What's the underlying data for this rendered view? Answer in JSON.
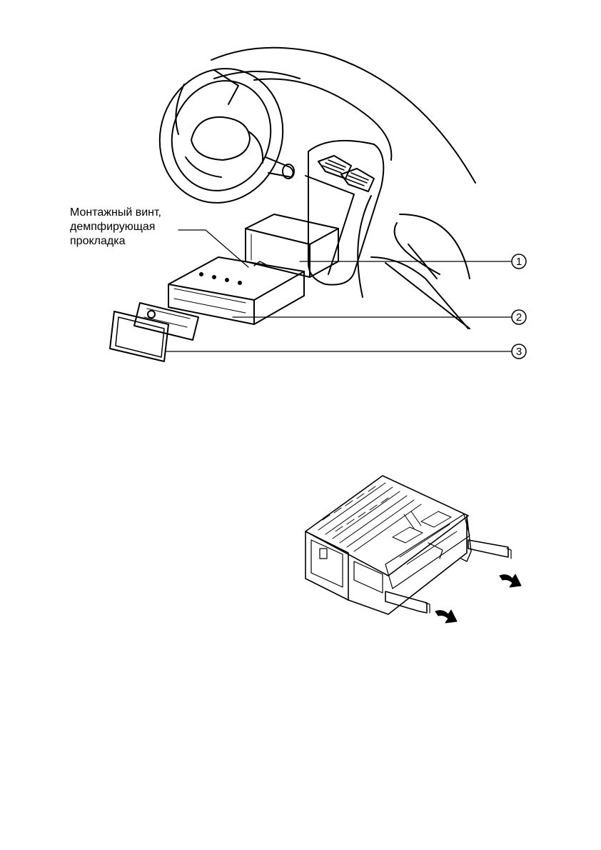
{
  "installation_label": {
    "line1": "Монтажный винт,",
    "line2": "демпфирующая",
    "line3": "прокладка"
  },
  "callouts": [
    "1",
    "2",
    "3"
  ],
  "icons": {
    "dashboard": "car-dashboard-drawing",
    "sleeve": "mounting-sleeve",
    "head_unit": "car-radio-unit",
    "front_panel": "detachable-front-panel",
    "trim_frame": "trim-frame",
    "removal": "radio-removal-with-keys",
    "arrows": "arrow-right-icon"
  }
}
